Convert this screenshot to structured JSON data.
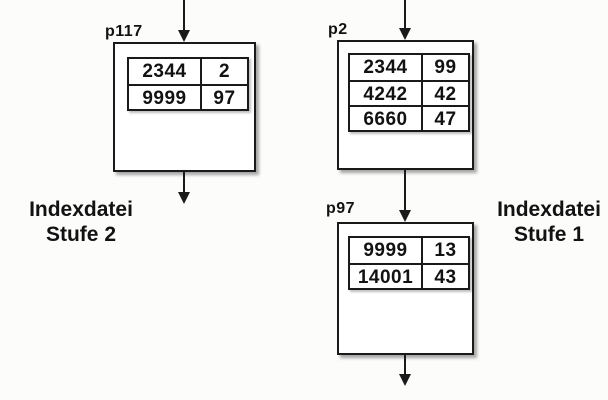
{
  "diagram": {
    "title": "index-file-levels-diagram",
    "colors": {
      "background": "#fcfcfb",
      "border": "#1a1a1a",
      "text": "#121212",
      "box_fill": "#ffffff"
    },
    "captions": {
      "left": {
        "line1": "Indexdatei",
        "line2": "Stufe 2"
      },
      "right": {
        "line1": "Indexdatei",
        "line2": "Stufe 1"
      }
    },
    "nodes": [
      {
        "id": "p117",
        "label": "p117",
        "rows": [
          {
            "key": "2344",
            "val": "2"
          },
          {
            "key": "9999",
            "val": "97"
          }
        ]
      },
      {
        "id": "p2",
        "label": "p2",
        "rows": [
          {
            "key": "2344",
            "val": "99"
          },
          {
            "key": "4242",
            "val": "42"
          },
          {
            "key": "6660",
            "val": "47"
          }
        ]
      },
      {
        "id": "p97",
        "label": "p97",
        "rows": [
          {
            "key": "9999",
            "val": "13"
          },
          {
            "key": "14001",
            "val": "43"
          }
        ]
      }
    ],
    "arrows": [
      {
        "id": "arrow-into-p117"
      },
      {
        "id": "arrow-into-p2"
      },
      {
        "id": "arrow-out-p117"
      },
      {
        "id": "arrow-p2-to-p97"
      },
      {
        "id": "arrow-out-p97"
      }
    ]
  }
}
